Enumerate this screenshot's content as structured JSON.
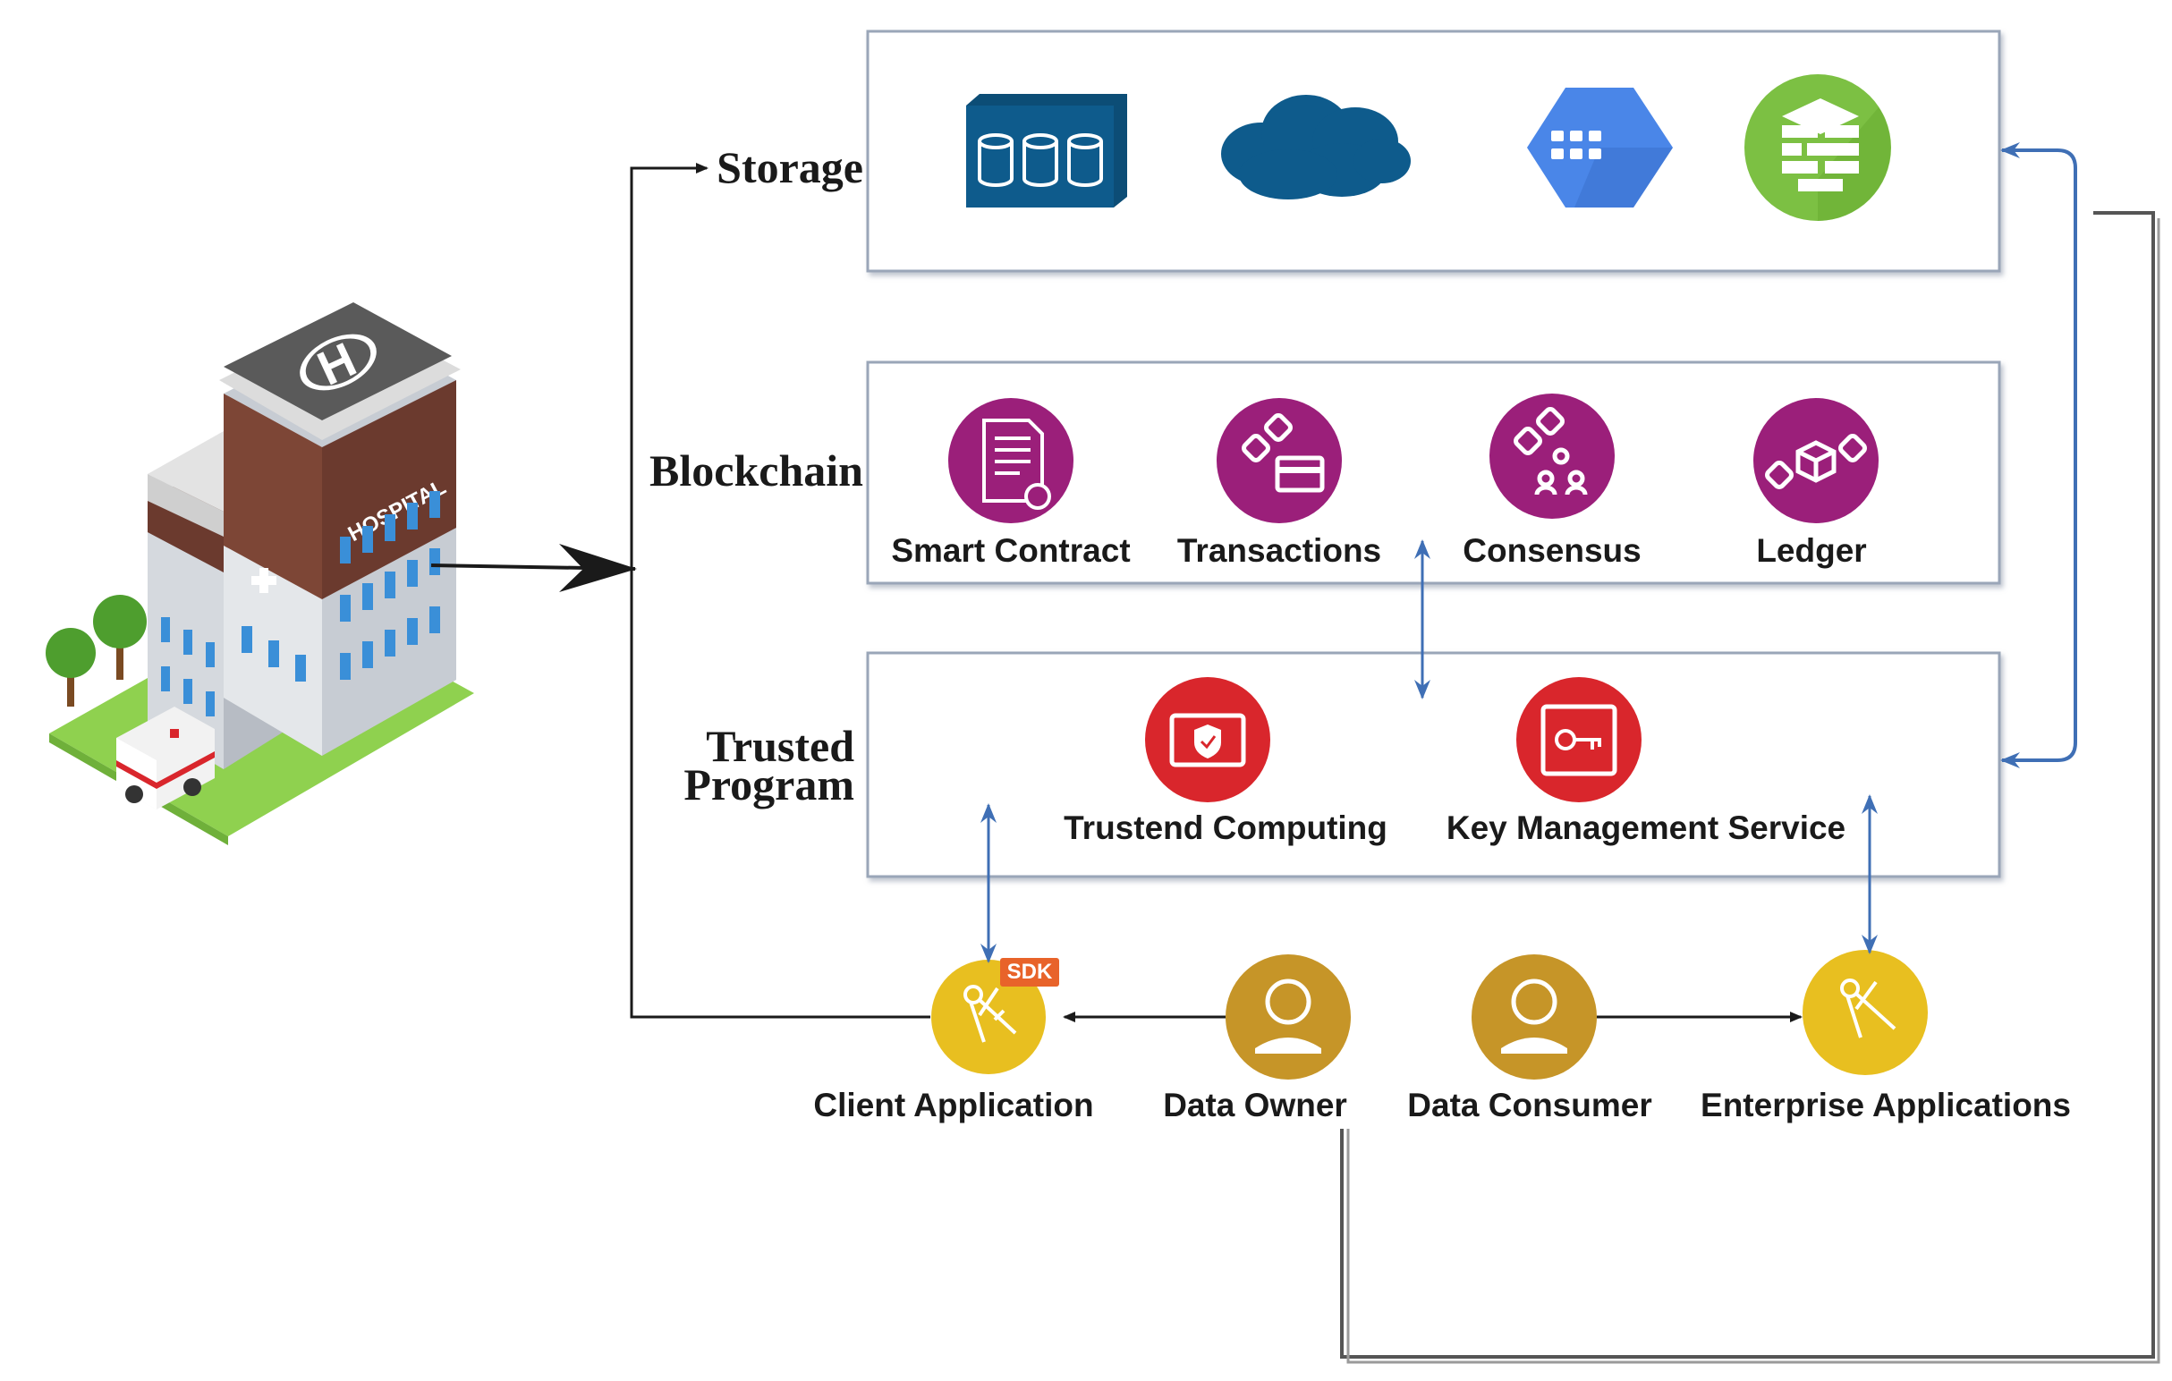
{
  "layers": {
    "storage": {
      "title": "Storage"
    },
    "blockchain": {
      "title": "Blockchain",
      "items": [
        "Smart Contract",
        "Transactions",
        "Consensus",
        "Ledger"
      ]
    },
    "trusted": {
      "title_line1": "Trusted",
      "title_line2": "Program",
      "items": [
        "Trustend Computing",
        "Key Management Service"
      ]
    }
  },
  "actors": {
    "client_app": "Client Application",
    "sdk_badge": "SDK",
    "data_owner": "Data Owner",
    "data_consumer": "Data Consumer",
    "enterprise_apps": "Enterprise Applications"
  },
  "hospital_sign": "HOSPITAL",
  "colors": {
    "box_border": "#9aa6b8",
    "blue_arrow": "#3f6fb5",
    "storage_blue": "#0e5b8c",
    "gcp_blue": "#4a86e8",
    "green": "#7cc043",
    "blockchain_purple": "#9b1f7a",
    "trusted_red": "#d9262c",
    "user_gold": "#c69528",
    "app_yellow": "#e8bf20",
    "sdk_orange": "#e8632a"
  }
}
